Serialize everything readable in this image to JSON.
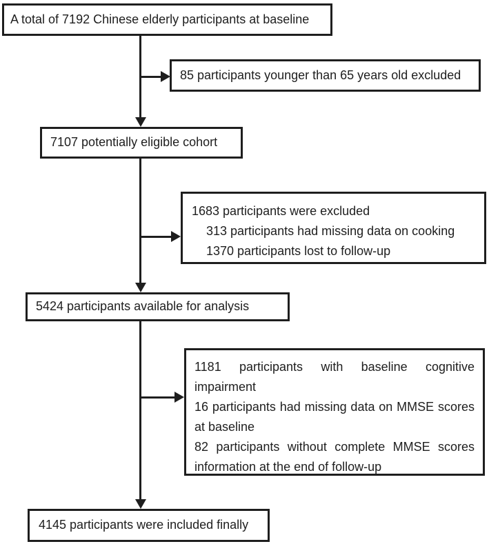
{
  "flowchart": {
    "baseline": "A total of 7192 Chinese elderly participants at baseline",
    "excluded_age": "85 participants younger than 65 years old excluded",
    "eligible": "7107 potentially eligible cohort",
    "excluded_cohort": {
      "lines": [
        "1683 participants were excluded",
        "313 participants had missing data on cooking",
        "1370 participants lost to follow-up"
      ]
    },
    "available": "5424 participants available for analysis",
    "excluded_analysis": {
      "lines": [
        "1181 participants with baseline cognitive",
        "impairment",
        "16 participants had missing data on MMSE scores",
        "at baseline",
        "82 participants without complete MMSE scores",
        "information at the end of follow-up"
      ]
    },
    "final": "4145 participants were included finally",
    "colors": {
      "ink": "#1e1e1e",
      "background": "#ffffff"
    }
  }
}
